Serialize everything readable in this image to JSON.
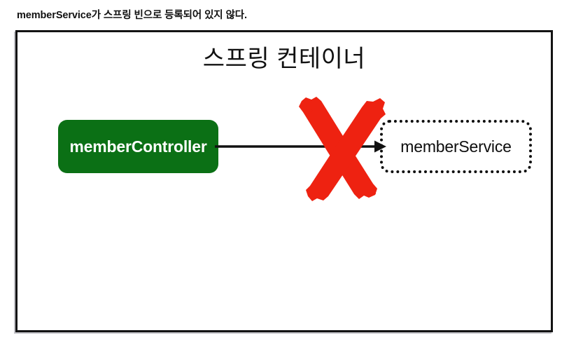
{
  "caption": {
    "text": "memberService가 스프링 빈으로 등록되어 있지 않다."
  },
  "diagram": {
    "title": "스프링 컨테이너",
    "nodes": [
      {
        "id": "member-controller",
        "label": "memberController",
        "style": "filled",
        "fill_color": "#0B7015",
        "text_color": "#FFFFFF",
        "border": "none",
        "registered": true
      },
      {
        "id": "member-service",
        "label": "memberService",
        "style": "dotted-outline",
        "fill_color": "#FFFFFF",
        "text_color": "#0D0D0D",
        "border": "dotted",
        "border_color": "#0D0D0D",
        "registered": false
      }
    ],
    "edges": [
      {
        "id": "controller-to-service",
        "from": "member-controller",
        "to": "member-service",
        "style": "solid-arrow",
        "color": "#111111",
        "blocked": true
      }
    ],
    "annotations": [
      {
        "id": "blocked-cross",
        "kind": "cross-mark",
        "color": "#EE2211",
        "meaning": "dependency-injection-failed"
      }
    ],
    "frame": {
      "border_color": "#131313",
      "background": "#FFFFFF"
    }
  },
  "icons": {
    "cross": "red-x-icon",
    "arrow": "arrow-right-icon"
  }
}
